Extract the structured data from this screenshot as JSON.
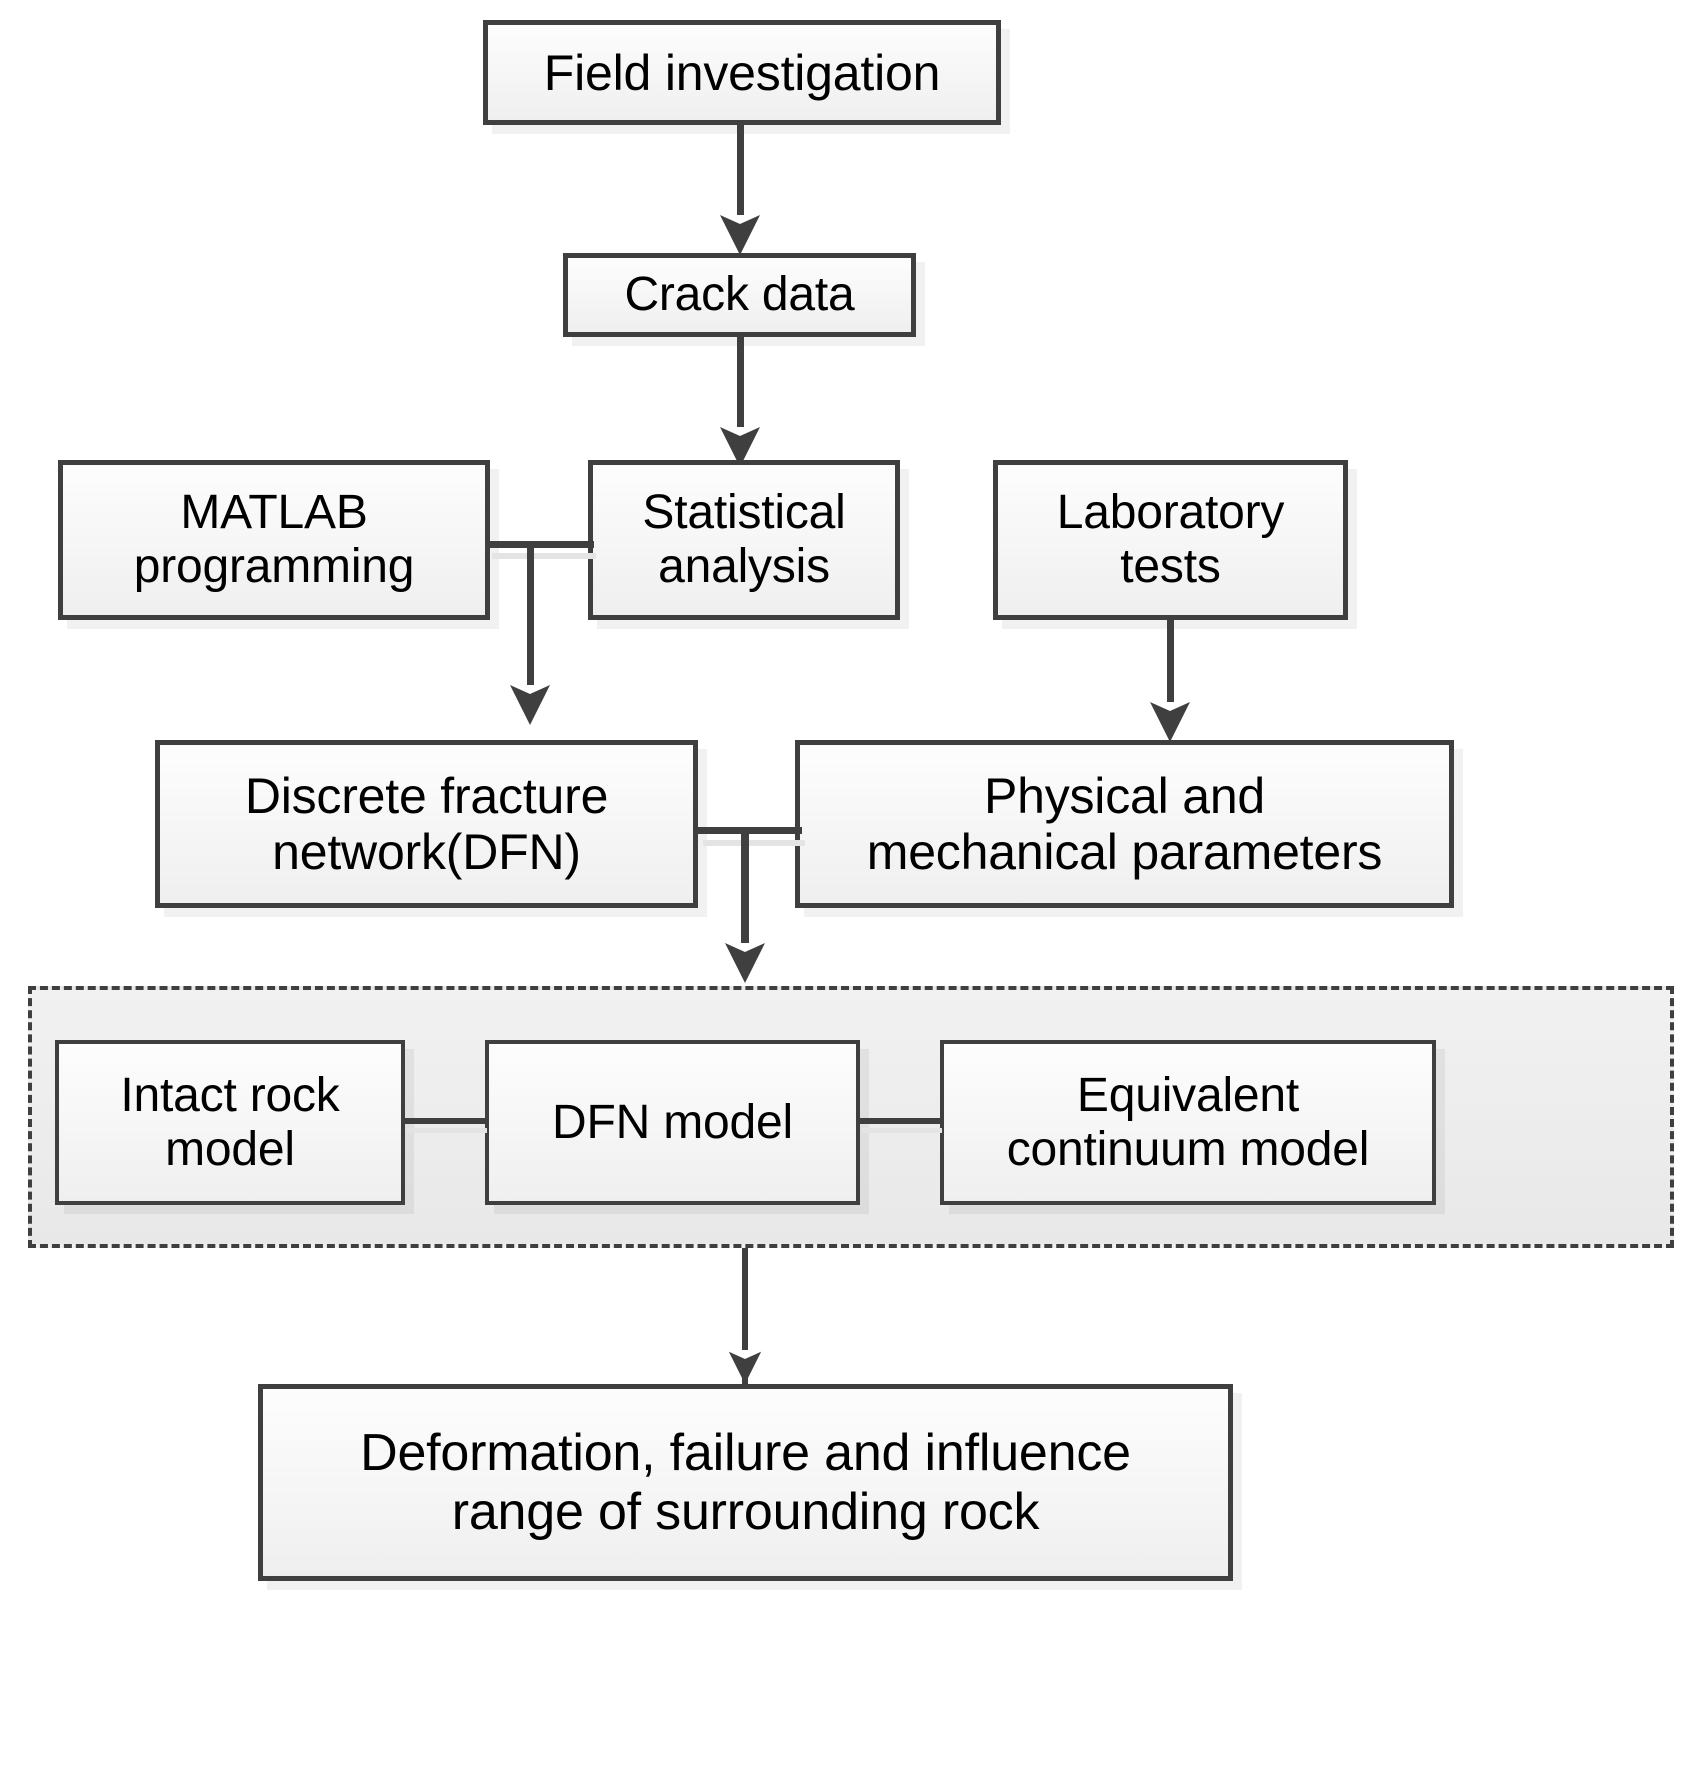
{
  "diagram": {
    "title": "Research methodology flowchart",
    "accent_color": "#3f3f3f",
    "box_fill": "#f5f5f5",
    "group_fill": "#efefef"
  },
  "nodes": {
    "field_investigation": "Field investigation",
    "crack_data": "Crack data",
    "matlab_programming": "MATLAB\nprogramming",
    "statistical_analysis": "Statistical\nanalysis",
    "laboratory_tests": "Laboratory\ntests",
    "dfn": "Discrete fracture\nnetwork(DFN)",
    "physical_parameters": "Physical and\nmechanical parameters",
    "intact_rock_model": "Intact rock\nmodel",
    "dfn_model": "DFN model",
    "equivalent_continuum_model": "Equivalent\ncontinuum model",
    "outcome": "Deformation, failure and influence\nrange of surrounding rock"
  },
  "group": {
    "label": "numerical-model-group"
  },
  "edges": [
    {
      "from": "field_investigation",
      "to": "crack_data",
      "type": "arrow"
    },
    {
      "from": "crack_data",
      "to": "statistical_analysis",
      "type": "arrow"
    },
    {
      "from": "matlab_programming",
      "to": "statistical_analysis",
      "type": "link"
    },
    {
      "from": "matlab_statistical_junction",
      "to": "dfn",
      "type": "arrow"
    },
    {
      "from": "laboratory_tests",
      "to": "physical_parameters",
      "type": "arrow"
    },
    {
      "from": "dfn",
      "to": "physical_parameters",
      "type": "link"
    },
    {
      "from": "dfn_physical_junction",
      "to": "numerical-model-group",
      "type": "arrow"
    },
    {
      "from": "intact_rock_model",
      "to": "dfn_model",
      "type": "link"
    },
    {
      "from": "dfn_model",
      "to": "equivalent_continuum_model",
      "type": "link"
    },
    {
      "from": "numerical-model-group",
      "to": "outcome",
      "type": "arrow"
    }
  ]
}
